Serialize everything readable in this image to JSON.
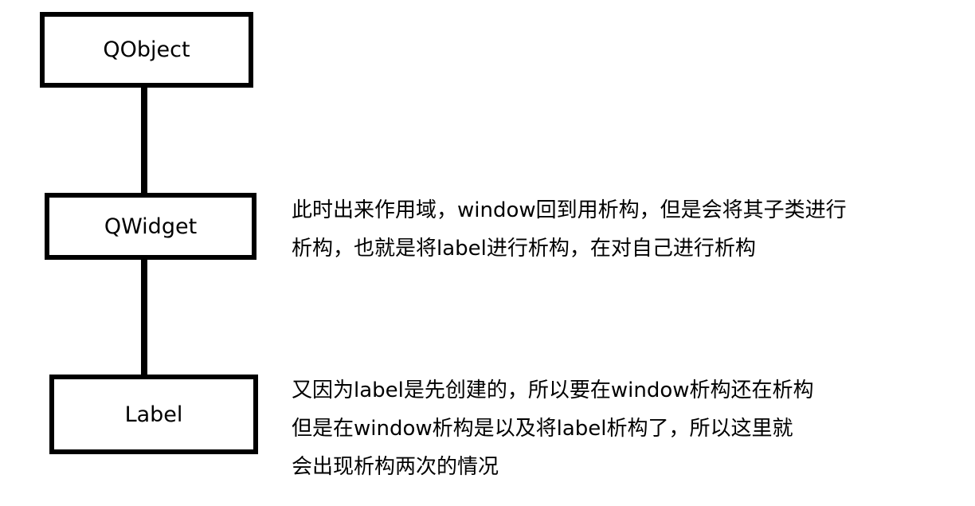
{
  "classes": {
    "qobject": "QObject",
    "qwidget": "QWidget",
    "label": "Label"
  },
  "notes": {
    "first": [
      "此时出来作用域，window回到用析构，但是会将其子类进行",
      "析构，也就是将label进行析构，在对自己进行析构"
    ],
    "second": [
      "又因为label是先创建的，所以要在window析构还在析构",
      "但是在window析构是以及将label析构了，所以这里就",
      "会出现析构两次的情况"
    ]
  },
  "colors": {
    "stroke": "#000000",
    "background": "#ffffff"
  }
}
